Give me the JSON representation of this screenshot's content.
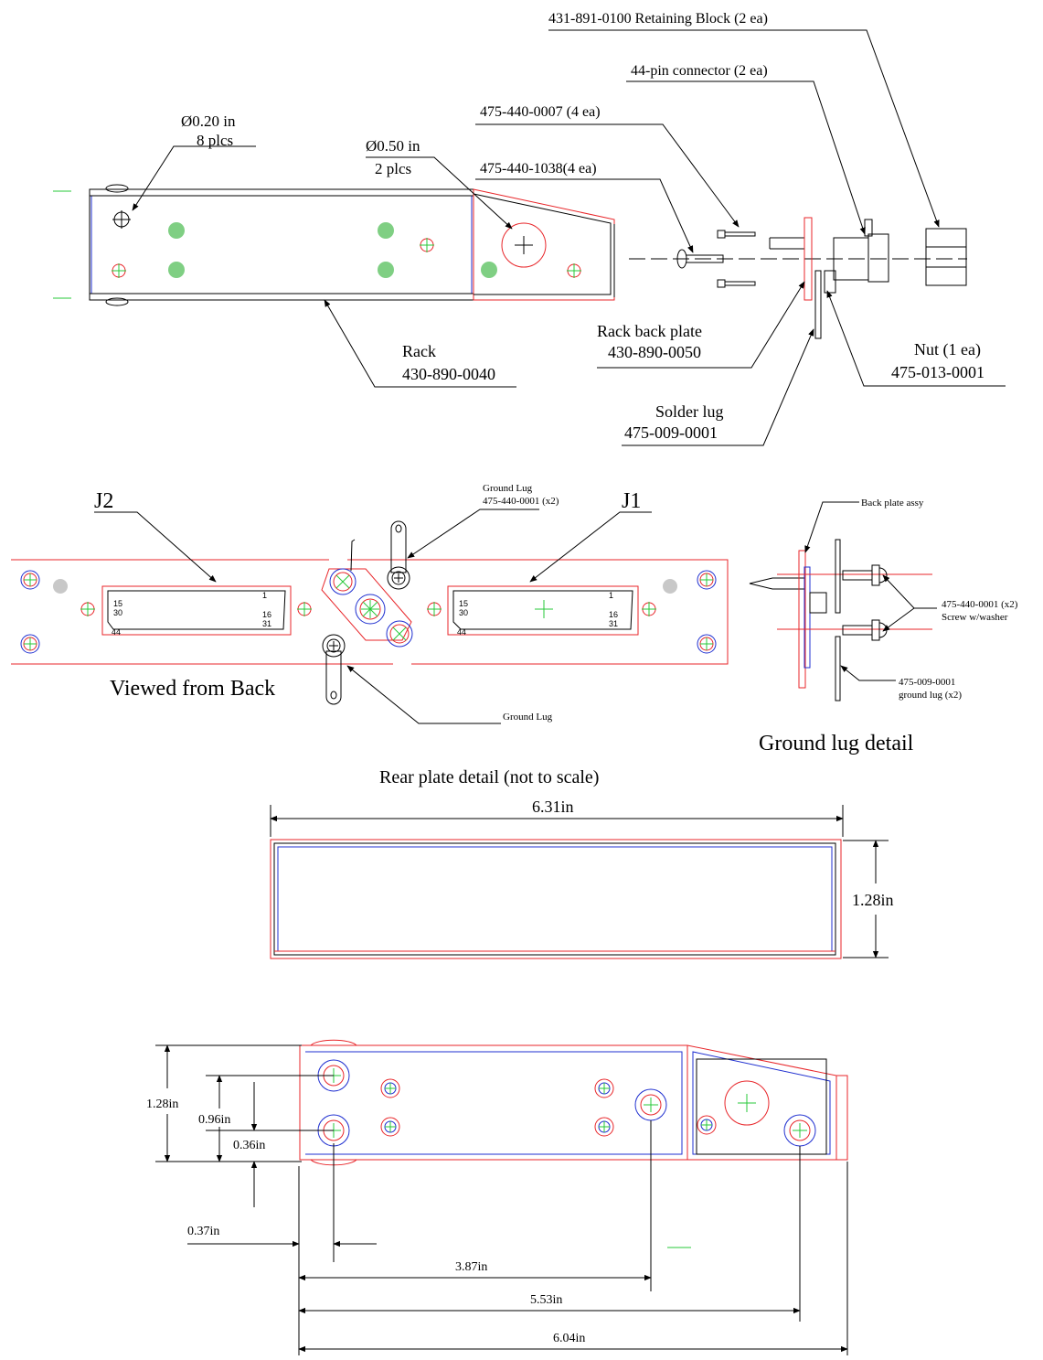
{
  "colors": {
    "outline_red": "#e8262a",
    "outline_blue": "#1f2fd0",
    "center_green": "#27c93a",
    "hole_fill_green": "#7fcf83",
    "leader_black": "#000000"
  },
  "top_view": {
    "retaining_block": "431-891-0100 Retaining Block (2 ea)",
    "connector": "44-pin connector (2 ea)",
    "screw_0007": "475-440-0007 (4 ea)",
    "screw_1038": "475-440-1038(4 ea)",
    "hole_small": "Ø0.20 in",
    "hole_small_qty": "8 plcs",
    "hole_large": "Ø0.50 in",
    "hole_large_qty": "2 plcs",
    "rack_title": "Rack",
    "rack_part": "430-890-0040",
    "back_plate_title": "Rack back plate",
    "back_plate_part": "430-890-0050",
    "nut_title": "Nut (1 ea)",
    "nut_part": "475-013-0001",
    "solder_lug_title": "Solder lug",
    "solder_lug_part": "475-009-0001"
  },
  "rear_plate": {
    "j2": "J2",
    "j1": "J1",
    "ground_lug_top_title": "Ground Lug",
    "ground_lug_top_part": "475-440-0001 (x2)",
    "ground_lug_bottom": "Ground Lug",
    "pins": {
      "p1": "1",
      "p15": "15",
      "p16": "16",
      "p30": "30",
      "p31": "31",
      "p44": "44"
    },
    "viewed_from": "Viewed from Back",
    "caption": "Rear plate detail (not to scale)"
  },
  "ground_lug_detail": {
    "back_plate_assy": "Back plate assy",
    "screw_part": "475-440-0001 (x2)",
    "screw_desc": "Screw w/washer",
    "lug_part": "475-009-0001",
    "lug_desc": "ground lug (x2)",
    "caption": "Ground lug detail"
  },
  "front_box": {
    "width_dim": "6.31in",
    "height_dim": "1.28in"
  },
  "bottom_view": {
    "height_dim": "1.28in",
    "hole_row_dim": "0.96in",
    "hole_low_dim": "0.36in",
    "edge_dim": "0.37in",
    "d_387": "3.87in",
    "d_553": "5.53in",
    "d_604": "6.04in"
  }
}
